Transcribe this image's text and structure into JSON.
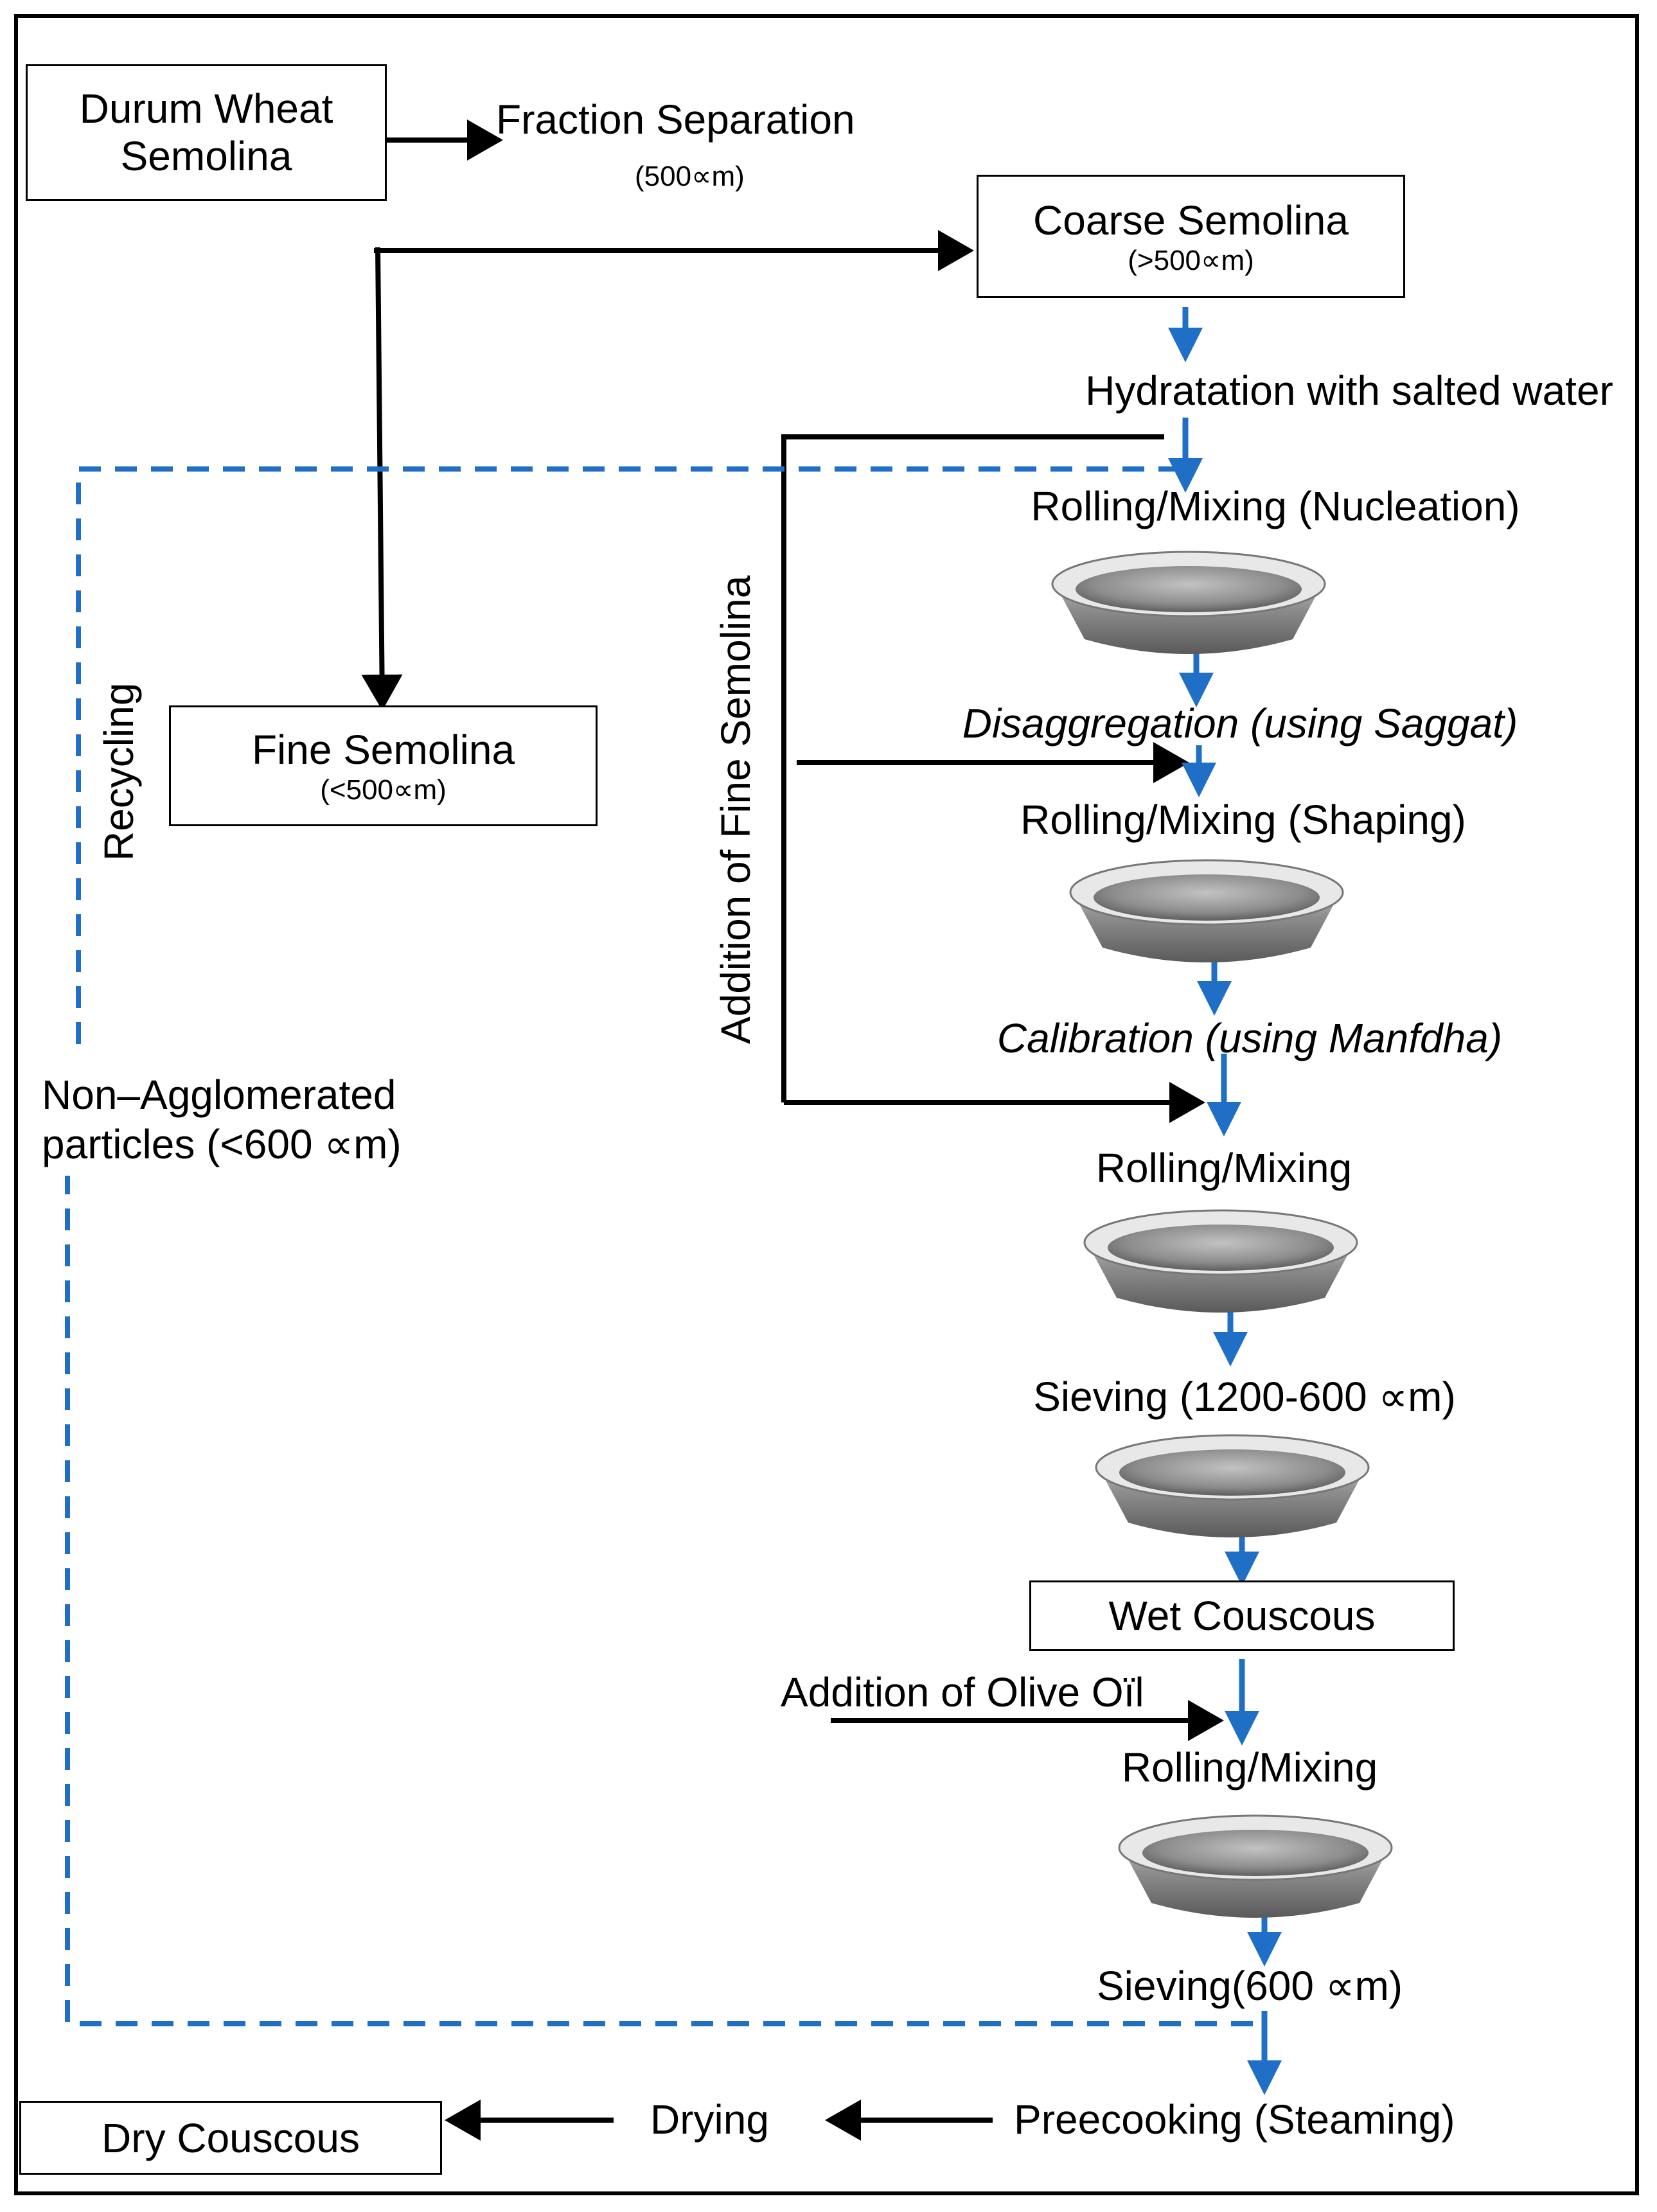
{
  "nodes": {
    "durum_wheat": "Durum Wheat Semolina",
    "fraction_separation": "Fraction Separation",
    "fraction_separation_size": "(500∝m)",
    "coarse_semolina": "Coarse Semolina",
    "coarse_semolina_size": "(>500∝m)",
    "hydratation": "Hydratation with salted water",
    "rolling_nucleation": "Rolling/Mixing (Nucleation)",
    "disaggregation": "Disaggregation  (using Saggat)",
    "rolling_shaping": "Rolling/Mixing (Shaping)",
    "calibration": "Calibration (using Manfdha)",
    "rolling_mixing_1": "Rolling/Mixing",
    "sieving_1": "Sieving (1200-600 ∝m)",
    "wet_couscous": "Wet Couscous",
    "olive_oil": "Addition of Olive Oïl",
    "rolling_mixing_2": "Rolling/Mixing",
    "sieving_2": "Sieving(600 ∝m)",
    "precooking": "Preecooking (Steaming)",
    "drying": "Drying",
    "dry_couscous": "Dry Couscous",
    "fine_semolina": "Fine Semolina",
    "fine_semolina_size": "(<500∝m)",
    "non_agglomerated_line1": "Non–Agglomerated",
    "non_agglomerated_line2": "particles (<600 ∝m)",
    "recycling": "Recycling",
    "addition_fine_semolina": "Addition of Fine Semolina"
  },
  "colors": {
    "process_arrow": "#1f6fc6",
    "main_arrow": "#000000",
    "recycle_dash": "#1f6fc6",
    "pan_metal": "#9a9a9a"
  },
  "icons": [
    "stainless-pan-icon"
  ]
}
